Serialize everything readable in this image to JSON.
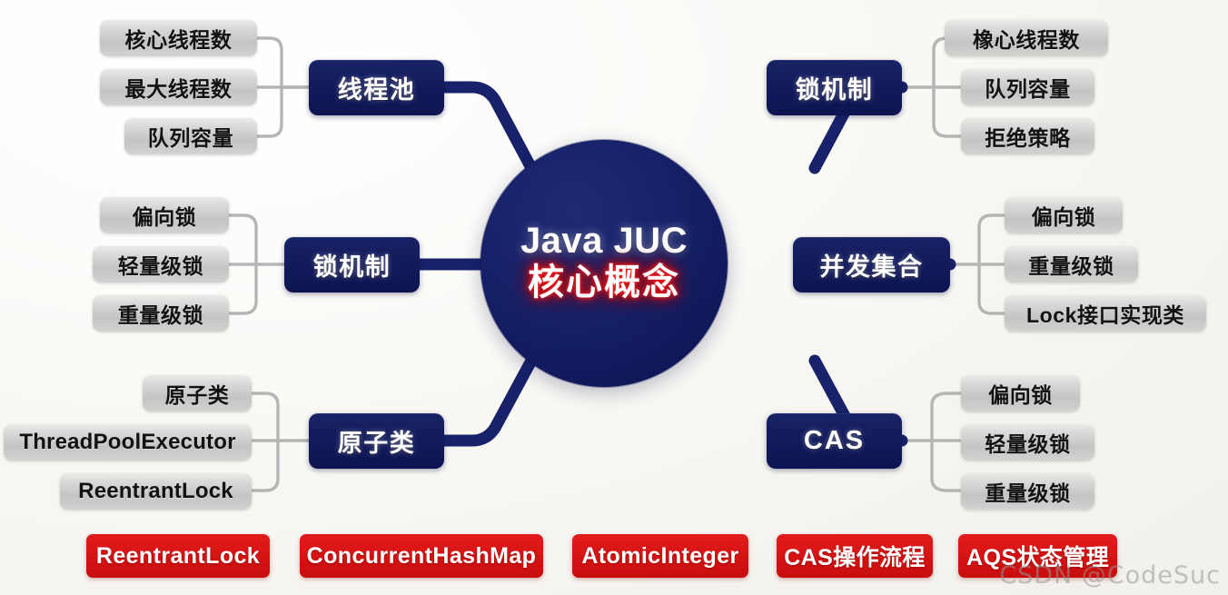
{
  "diagram": {
    "title_line1": "Java JUC",
    "title_line2": "核心概念",
    "colors": {
      "navy": "#121b5c",
      "chip_gray": "#c6c4c2",
      "tag_red": "#d81414",
      "background": "#faf9f6",
      "connector_gray": "#b5b5b5",
      "glow_red": "#ff2020"
    },
    "branches": [
      {
        "id": "thread-pool",
        "label": "线程池",
        "side": "left",
        "row": "top",
        "children": [
          "核心线程数",
          "最大线程数",
          "队列容量"
        ]
      },
      {
        "id": "lock-mechanism-left",
        "label": "锁机制",
        "side": "left",
        "row": "middle",
        "children": [
          "偏向锁",
          "轻量级锁",
          "重量级锁"
        ]
      },
      {
        "id": "atomic-classes",
        "label": "原子类",
        "side": "left",
        "row": "bottom",
        "children": [
          "原子类",
          "ThreadPoolExecutor",
          "ReentrantLock"
        ]
      },
      {
        "id": "lock-mechanism-right",
        "label": "锁机制",
        "side": "right",
        "row": "top",
        "children": [
          "橡心线程数",
          "队列容量",
          "拒绝策略"
        ]
      },
      {
        "id": "concurrent-collections",
        "label": "并发集合",
        "side": "right",
        "row": "middle",
        "children": [
          "偏向锁",
          "重量级锁",
          "Lock接口实现类"
        ]
      },
      {
        "id": "cas",
        "label": "CAS",
        "side": "right",
        "row": "bottom",
        "children": [
          "偏向锁",
          "轻量级锁",
          "重量级锁"
        ]
      }
    ],
    "tags": [
      "ReentrantLock",
      "ConcurrentHashMap",
      "AtomicInteger",
      "CAS操作流程",
      "AQS状态管理"
    ],
    "watermark": "CSDN @CodeSuc"
  }
}
